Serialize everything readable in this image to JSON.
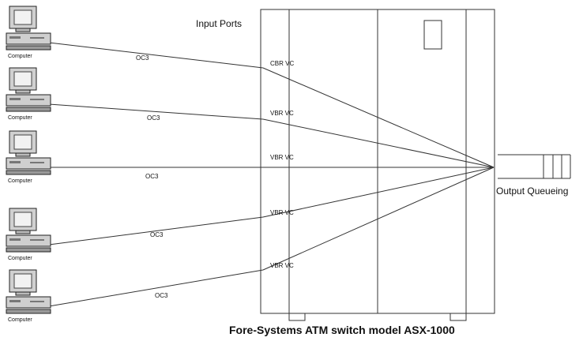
{
  "diagram": {
    "input_ports_label": "Input Ports",
    "output_label": "Output Queueing",
    "caption": "Fore-Systems ATM switch model ASX-1000",
    "computers": [
      {
        "label": "Computer",
        "link": "OC3",
        "vc": "CBR VC"
      },
      {
        "label": "Computer",
        "link": "OC3",
        "vc": "VBR VC"
      },
      {
        "label": "Computer",
        "link": "OC3",
        "vc": "VBR VC"
      },
      {
        "label": "Computer",
        "link": "OC3",
        "vc": "VBR VC"
      },
      {
        "label": "Computer",
        "link": "OC3",
        "vc": "VBR VC"
      }
    ]
  }
}
